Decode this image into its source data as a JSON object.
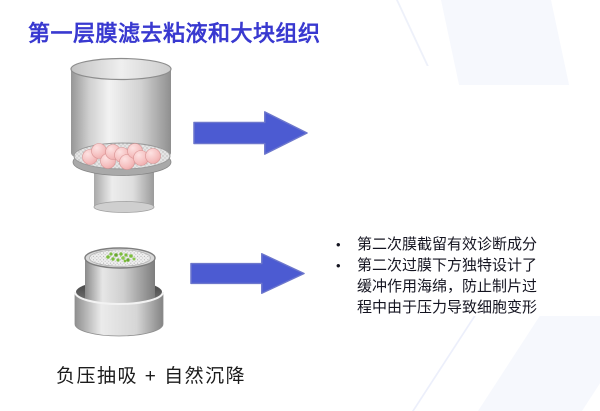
{
  "slide": {
    "title": "第一层膜滤去粘液和大块组织",
    "bullets": [
      "第二次膜截留有效诊断成分",
      "第二次过膜下方独特设计了缓冲作用海绵，防止制片过程中由于压力导致细胞变形"
    ],
    "bullet_marker": "•",
    "caption": "负压抽吸 + 自然沉降",
    "icons": {
      "top_illustration": "specimen-container-with-cell-pellets",
      "bottom_illustration": "filter-membrane-device",
      "arrows": "right-block-arrow"
    },
    "colors": {
      "title_blue": "#3939d0",
      "arrow_fill": "#4c5bd2",
      "arrow_edge": "#6d77cc",
      "body_text": "#141420",
      "cell_pink": "#f5c2c2",
      "membrane_green": "#7cbd3e",
      "corner_decoration": "#f6f8fd"
    }
  }
}
